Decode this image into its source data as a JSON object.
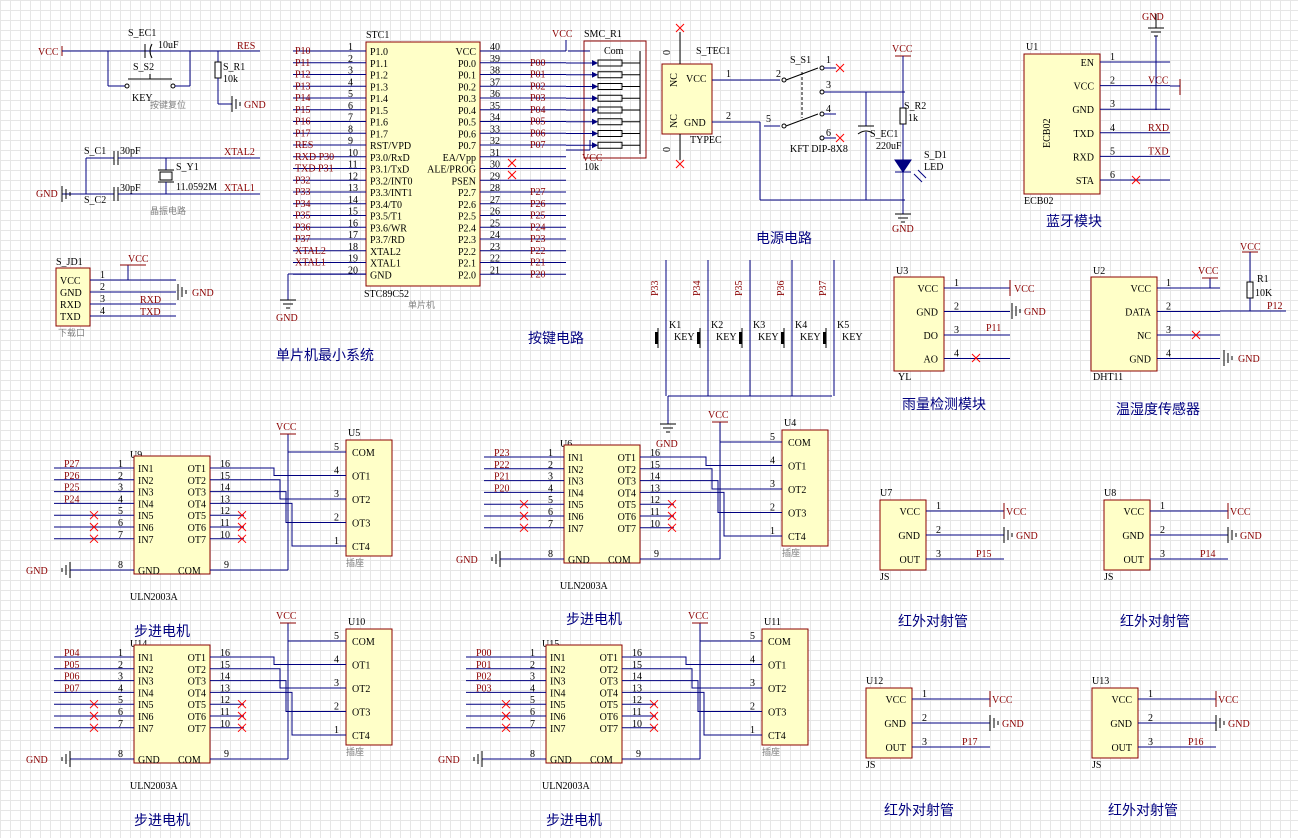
{
  "captions": {
    "mcu": "单片机最小系统",
    "keys": "按键电路",
    "power": "电源电路",
    "bt": "蓝牙模块",
    "rain": "雨量检测模块",
    "temp": "温湿度传感器",
    "motor1": "步进电机",
    "motor2": "步进电机",
    "motor3": "步进电机",
    "motor4": "步进电机",
    "ir1": "红外对射管",
    "ir2": "红外对射管",
    "ir3": "红外对射管",
    "ir4": "红外对射管"
  },
  "reset": {
    "vcc": "VCC",
    "cap": "S_EC1",
    "capval": "10uF",
    "btn": "S_S2",
    "btnval": "KEY",
    "res": "S_R1",
    "resval": "10k",
    "net": "RES",
    "gnd": "GND",
    "note": "按键复位"
  },
  "crystal": {
    "c1": "S_C1",
    "c1val": "30pF",
    "c2": "S_C2",
    "c2val": "30pF",
    "y": "S_Y1",
    "yval": "11.0592M",
    "x2": "XTAL2",
    "x1": "XTAL1",
    "gnd": "GND",
    "note": "晶振电路"
  },
  "download": {
    "ref": "S_JD1",
    "vcc": "VCC",
    "gnd": "GND",
    "pins": [
      "VCC",
      "GND",
      "RXD",
      "TXD"
    ],
    "nets": [
      "",
      "",
      "RXD",
      "TXD"
    ],
    "note": "下载口"
  },
  "mcu": {
    "ref": "STC1",
    "value": "STC89C52",
    "note": "单片机",
    "left_pins": [
      {
        "n": "1",
        "name": "P1.0",
        "net": "P10"
      },
      {
        "n": "2",
        "name": "P1.1",
        "net": "P11"
      },
      {
        "n": "3",
        "name": "P1.2",
        "net": "P12"
      },
      {
        "n": "4",
        "name": "P1.3",
        "net": "P13"
      },
      {
        "n": "5",
        "name": "P1.4",
        "net": "P14"
      },
      {
        "n": "6",
        "name": "P1.5",
        "net": "P15"
      },
      {
        "n": "7",
        "name": "P1.6",
        "net": "P16"
      },
      {
        "n": "8",
        "name": "P1.7",
        "net": "P17"
      },
      {
        "n": "9",
        "name": "RST/VPD",
        "net": "RES"
      },
      {
        "n": "10",
        "name": "P3.0/RxD",
        "net": "RXD P30"
      },
      {
        "n": "11",
        "name": "P3.1/TxD",
        "net": "TXD P31"
      },
      {
        "n": "12",
        "name": "P3.2/INT0",
        "net": "P32"
      },
      {
        "n": "13",
        "name": "P3.3/INT1",
        "net": "P33"
      },
      {
        "n": "14",
        "name": "P3.4/T0",
        "net": "P34"
      },
      {
        "n": "15",
        "name": "P3.5/T1",
        "net": "P35"
      },
      {
        "n": "16",
        "name": "P3.6/WR",
        "net": "P36"
      },
      {
        "n": "17",
        "name": "P3.7/RD",
        "net": "P37"
      },
      {
        "n": "18",
        "name": "XTAL2",
        "net": "XTAL2"
      },
      {
        "n": "19",
        "name": "XTAL1",
        "net": "XTAL1"
      },
      {
        "n": "20",
        "name": "GND",
        "net": ""
      }
    ],
    "right_pins": [
      {
        "n": "40",
        "name": "VCC",
        "net": ""
      },
      {
        "n": "39",
        "name": "P0.0",
        "net": "P00"
      },
      {
        "n": "38",
        "name": "P0.1",
        "net": "P01"
      },
      {
        "n": "37",
        "name": "P0.2",
        "net": "P02"
      },
      {
        "n": "36",
        "name": "P0.3",
        "net": "P03"
      },
      {
        "n": "35",
        "name": "P0.4",
        "net": "P04"
      },
      {
        "n": "34",
        "name": "P0.5",
        "net": "P05"
      },
      {
        "n": "33",
        "name": "P0.6",
        "net": "P06"
      },
      {
        "n": "32",
        "name": "P0.7",
        "net": "P07"
      },
      {
        "n": "31",
        "name": "EA/Vpp",
        "net": ""
      },
      {
        "n": "30",
        "name": "ALE/PROG",
        "net": ""
      },
      {
        "n": "29",
        "name": "PSEN",
        "net": ""
      },
      {
        "n": "28",
        "name": "P2.7",
        "net": "P27"
      },
      {
        "n": "27",
        "name": "P2.6",
        "net": "P26"
      },
      {
        "n": "26",
        "name": "P2.5",
        "net": "P25"
      },
      {
        "n": "25",
        "name": "P2.4",
        "net": "P24"
      },
      {
        "n": "24",
        "name": "P2.3",
        "net": "P23"
      },
      {
        "n": "23",
        "name": "P2.2",
        "net": "P22"
      },
      {
        "n": "22",
        "name": "P2.1",
        "net": "P21"
      },
      {
        "n": "21",
        "name": "P2.0",
        "net": "P20"
      }
    ],
    "gnd": "GND",
    "vcc": "VCC"
  },
  "pullup": {
    "ref": "SMC_R1",
    "com": "Com",
    "val": "10k",
    "vcc": "VCC"
  },
  "power": {
    "ref": "S_TEC1",
    "typec": "TYPEC",
    "nc": "NC",
    "vcc": "VCC",
    "gnd": "GND",
    "zero": "0",
    "sw": "S_S1",
    "swval": "KFT DIP-8X8",
    "ec": "S_EC1",
    "ecval": "220uF",
    "r": "S_R2",
    "rval": "1k",
    "led": "S_D1",
    "ledval": "LED",
    "pins": [
      "1",
      "2",
      "3",
      "4",
      "5",
      "6"
    ]
  },
  "keys": {
    "items": [
      {
        "net": "P33",
        "ref": "K1",
        "val": "KEY"
      },
      {
        "net": "P34",
        "ref": "K2",
        "val": "KEY"
      },
      {
        "net": "P35",
        "ref": "K3",
        "val": "KEY"
      },
      {
        "net": "P36",
        "ref": "K4",
        "val": "KEY"
      },
      {
        "net": "P37",
        "ref": "K5",
        "val": "KEY"
      }
    ],
    "gnd": "GND"
  },
  "bluetooth": {
    "ref": "U1",
    "value": "ECB02",
    "body": "ECB02",
    "gnd": "GND",
    "vcc": "VCC",
    "pins": [
      {
        "n": "1",
        "name": "EN",
        "net": ""
      },
      {
        "n": "2",
        "name": "VCC",
        "net": "VCC"
      },
      {
        "n": "3",
        "name": "GND",
        "net": ""
      },
      {
        "n": "4",
        "name": "TXD",
        "net": "RXD"
      },
      {
        "n": "5",
        "name": "RXD",
        "net": "TXD"
      },
      {
        "n": "6",
        "name": "STA",
        "net": ""
      }
    ]
  },
  "rain": {
    "ref": "U3",
    "value": "YL",
    "pins": [
      {
        "n": "1",
        "name": "VCC",
        "net": "VCC"
      },
      {
        "n": "2",
        "name": "GND",
        "net": "GND"
      },
      {
        "n": "3",
        "name": "DO",
        "net": "P11"
      },
      {
        "n": "4",
        "name": "AO",
        "net": ""
      }
    ]
  },
  "dht": {
    "ref": "U2",
    "value": "DHT11",
    "vcc": "VCC",
    "r": "R1",
    "rval": "10K",
    "net": "P12",
    "gnd": "GND",
    "pins": [
      {
        "n": "1",
        "name": "VCC"
      },
      {
        "n": "2",
        "name": "DATA"
      },
      {
        "n": "3",
        "name": "NC"
      },
      {
        "n": "4",
        "name": "GND"
      }
    ]
  },
  "uln": {
    "value": "ULN2003A",
    "socket": "插座",
    "in": [
      "IN1",
      "IN2",
      "IN3",
      "IN4",
      "IN5",
      "IN6",
      "IN7"
    ],
    "out": [
      "OT1",
      "OT2",
      "OT3",
      "OT4",
      "OT5",
      "OT6",
      "OT7"
    ],
    "inN": [
      "1",
      "2",
      "3",
      "4",
      "5",
      "6",
      "7"
    ],
    "outN": [
      "16",
      "15",
      "14",
      "13",
      "12",
      "11",
      "10"
    ],
    "gndN": "8",
    "comN": "9",
    "gndL": "GND",
    "comL": "COM",
    "sock": [
      "COM",
      "OT1",
      "OT2",
      "OT3",
      "CT4"
    ],
    "sockN": [
      "5",
      "4",
      "3",
      "2",
      "1"
    ],
    "vcc": "VCC",
    "gnd": "GND",
    "blocks": [
      {
        "u": "U9",
        "s": "U5",
        "nets": [
          "P27",
          "P26",
          "P25",
          "P24"
        ]
      },
      {
        "u": "U6",
        "s": "U4",
        "nets": [
          "P23",
          "P22",
          "P21",
          "P20"
        ]
      },
      {
        "u": "U14",
        "s": "U10",
        "nets": [
          "P04",
          "P05",
          "P06",
          "P07"
        ]
      },
      {
        "u": "U15",
        "s": "U11",
        "nets": [
          "P00",
          "P01",
          "P02",
          "P03"
        ]
      }
    ]
  },
  "ir": {
    "value": "JS",
    "pins": [
      "VCC",
      "GND",
      "OUT"
    ],
    "pinN": [
      "1",
      "2",
      "3"
    ],
    "vcc": "VCC",
    "gnd": "GND",
    "blocks": [
      {
        "u": "U7",
        "net": "P15"
      },
      {
        "u": "U8",
        "net": "P14"
      },
      {
        "u": "U12",
        "net": "P17"
      },
      {
        "u": "U13",
        "net": "P16"
      }
    ]
  }
}
